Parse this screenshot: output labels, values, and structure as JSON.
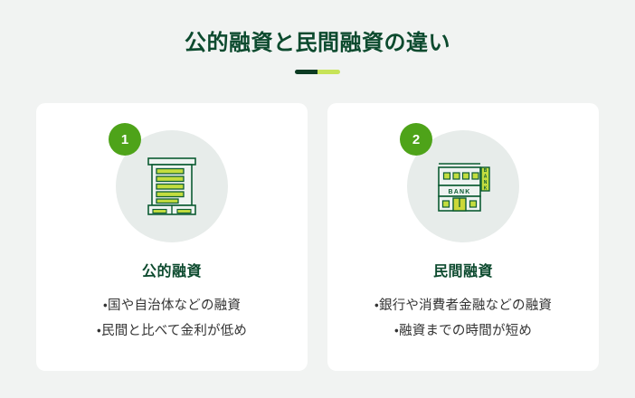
{
  "header": {
    "title": "公的融資と民間融資の違い",
    "divider": {
      "dark_color": "#0c3b23",
      "light_color": "#c7e357"
    }
  },
  "theme": {
    "background": "#f1f3f2",
    "card_background": "#ffffff",
    "title_green": "#0c4a2e",
    "badge_green": "#4ea319",
    "icon_circle": "#e7ecea",
    "icon_outline": "#0c5c33",
    "icon_fill_lime": "#c3dd3f",
    "body_text": "#333333"
  },
  "cards": [
    {
      "badge": "1",
      "icon": "office-building-icon",
      "title": "公的融資",
      "bullets": [
        "・国や自治体などの融資",
        "・民間と比べて金利が低め"
      ]
    },
    {
      "badge": "2",
      "icon": "bank-building-icon",
      "sign_label": "BANK",
      "facade_label": "BANK",
      "title": "民間融資",
      "bullets": [
        "・銀行や消費者金融などの融資",
        "・融資までの時間が短め"
      ]
    }
  ]
}
